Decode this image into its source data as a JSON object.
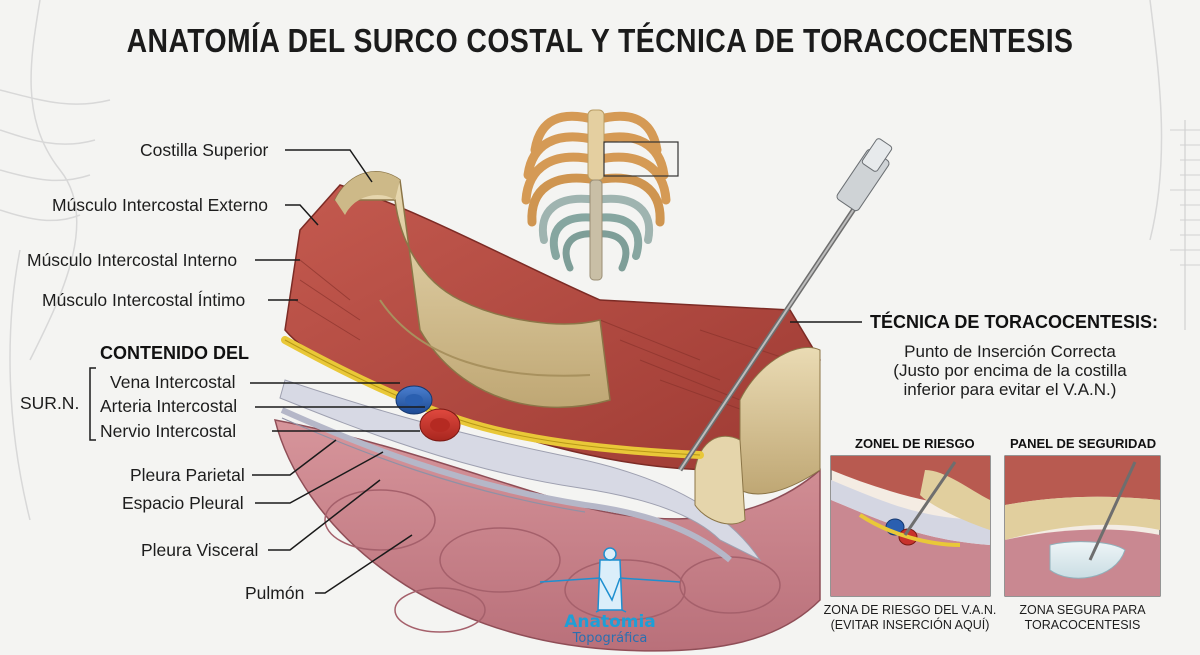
{
  "title": "ANATOMÍA DEL SURCO COSTAL Y TÉCNICA DE TORACOCENTESIS",
  "left_labels": {
    "costilla_superior": "Costilla Superior",
    "musculo_externo": "Músculo Intercostal Externo",
    "musculo_interno": "Músculo Intercostal Interno",
    "musculo_intimo": "Músculo Intercostal Íntimo",
    "contenido_header": "CONTENIDO DEL",
    "surn": "SUR.N.",
    "vena": "Vena Intercostal",
    "arteria": "Arteria Intercostal",
    "nervio": "Nervio Intercostal",
    "pleura_parietal": "Pleura Parietal",
    "espacio_pleural": "Espacio Pleural",
    "pleura_visceral": "Pleura Visceral",
    "pulmon": "Pulmón"
  },
  "technique": {
    "header": "TÉCNICA DE TORACOCENTESIS:",
    "line1": "Punto de Inserción Correcta",
    "line2": "(Justo por encima de la costilla",
    "line3": "inferior para evitar el V.A.N.)"
  },
  "panels": {
    "risk_title": "ZONEL DE RIESGO",
    "risk_caption_1": "ZONA DE RIESGO DEL V.A.N.",
    "risk_caption_2": "(EVITAR INSERCIÓN AQUÍ)",
    "safe_title": "PANEL DE SEGURIDAD",
    "safe_caption_1": "ZONA SEGURA PARA",
    "safe_caption_2": "TORACOCENTESIS"
  },
  "logo": {
    "name": "Anatomia",
    "sub": "Topográfica"
  },
  "colors": {
    "bone": "#d9c79b",
    "muscle": "#b8524a",
    "vein": "#2a5fb0",
    "artery": "#c8322c",
    "nerve": "#e9c838",
    "lung": "#c9838a",
    "pleura": "#c7c9d6"
  }
}
